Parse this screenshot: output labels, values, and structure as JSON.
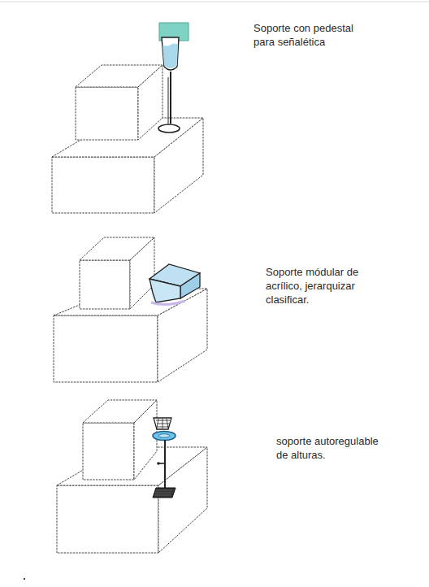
{
  "diagram": {
    "labels": [
      "Soporte con pedestal para señalética",
      "Soporte módular de acrílico, jerarquizar clasificar.",
      "soporte autoregulable de alturas."
    ]
  }
}
